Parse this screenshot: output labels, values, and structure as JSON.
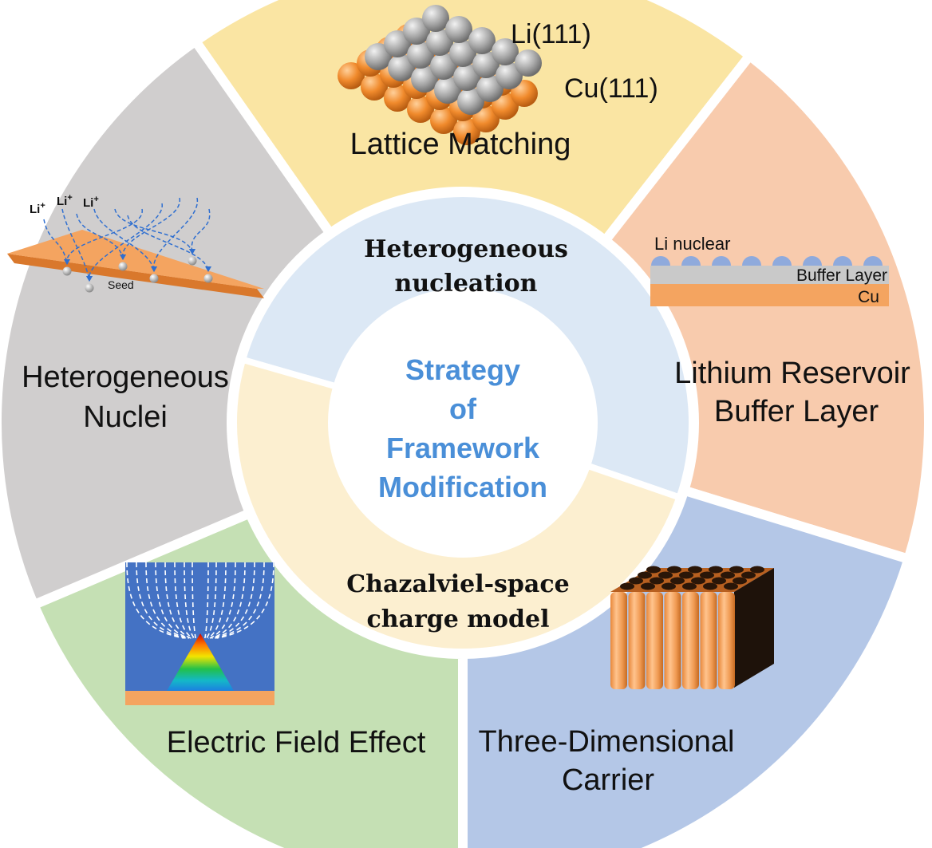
{
  "center": {
    "lines": [
      "Strategy",
      "of",
      "Framework",
      "Modification"
    ],
    "color": "#4a8fd8"
  },
  "inner_ring": {
    "top": {
      "lines": [
        "Heterogeneous",
        "nucleation"
      ],
      "color": "#dce8f5"
    },
    "bottom": {
      "lines": [
        "Chazalviel-space",
        "charge model"
      ],
      "color": "#fcefd0"
    }
  },
  "segments": {
    "lattice": {
      "label": "Lattice Matching",
      "color": "#fae5a3",
      "labels": {
        "top_layer": "Li(111)",
        "bottom_layer": "Cu(111)"
      }
    },
    "reservoir": {
      "label_lines": [
        "Lithium Reservoir",
        "Buffer Layer"
      ],
      "color": "#f8cbad",
      "labels": {
        "nuclei": "Li nuclear",
        "buffer": "Buffer Layer",
        "substrate": "Cu"
      }
    },
    "carrier": {
      "label_lines": [
        "Three-Dimensional",
        "Carrier"
      ],
      "color": "#b4c7e7"
    },
    "electric": {
      "label": "Electric Field Effect",
      "color": "#c5e0b4"
    },
    "nuclei": {
      "label_lines": [
        "Heterogeneous",
        "Nuclei"
      ],
      "color": "#d0cece",
      "labels": {
        "ion1": "Li",
        "ion2": "Li",
        "ion3": "Li",
        "charge": "+",
        "seed": "Seed"
      }
    }
  },
  "palette": {
    "copper": "#f4a460",
    "copper_dark": "#e07b2a",
    "lithium": "#a9a9a9",
    "nuclei_blue": "#8faadc",
    "field_bg": "#4472c4",
    "arrow_blue": "#2f6fd0"
  }
}
